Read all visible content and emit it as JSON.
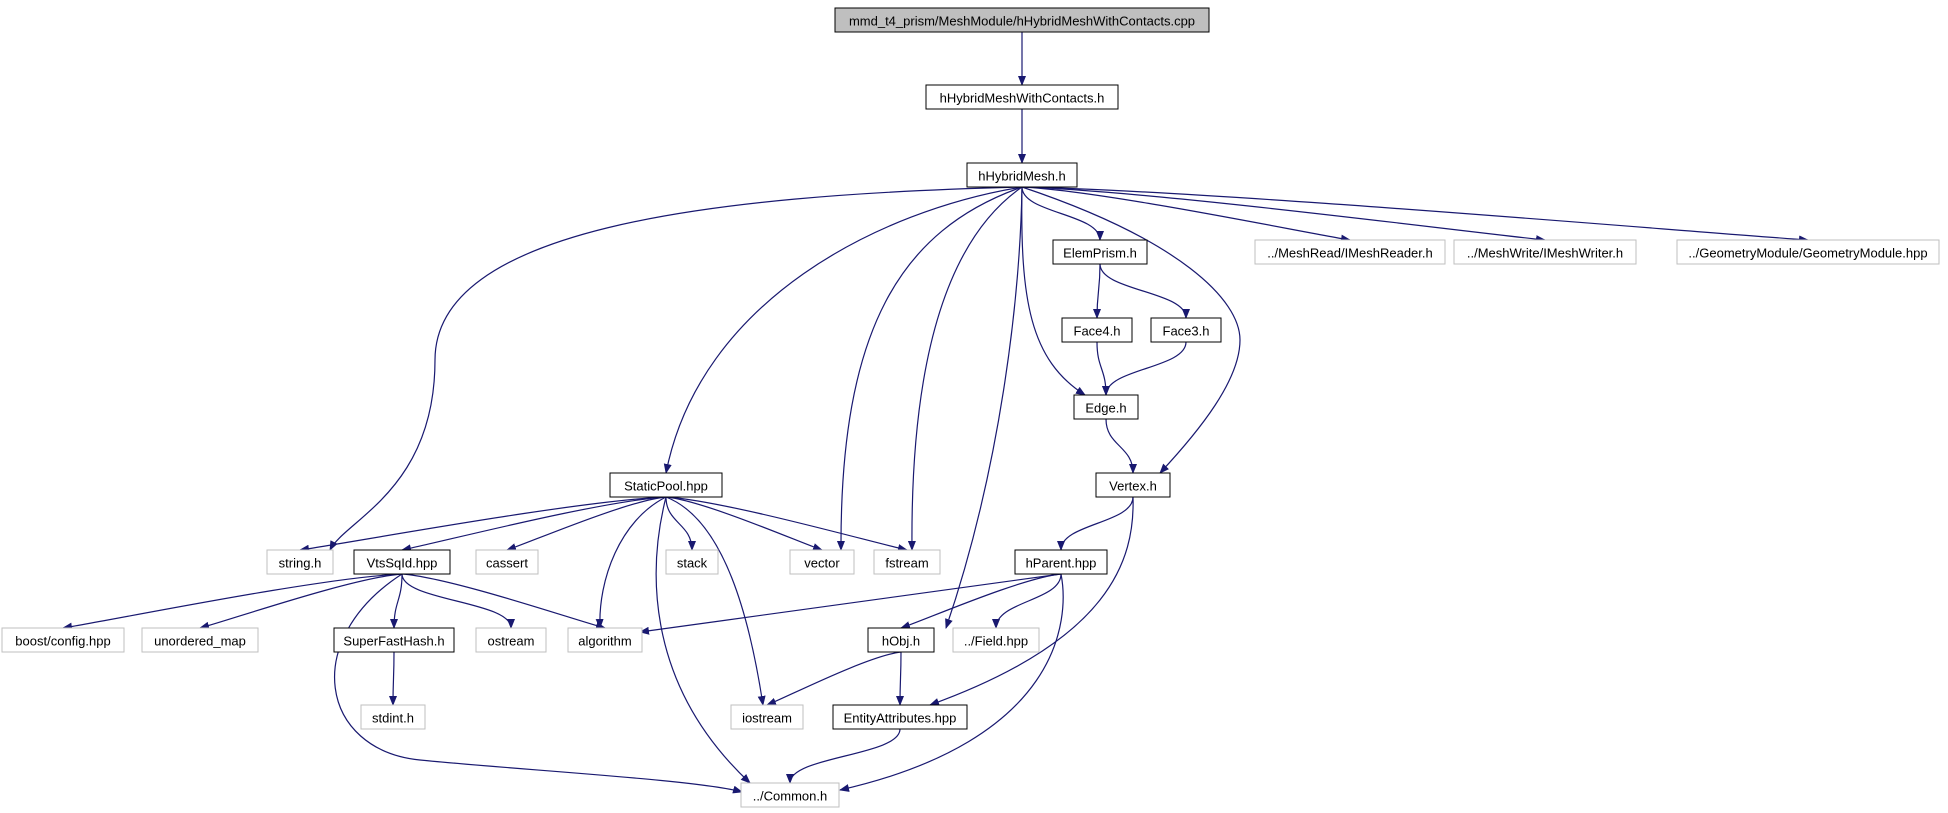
{
  "colors": {
    "edge": "#191970",
    "node_border_internal": "#000000",
    "node_border_external": "#bfbfbf",
    "root_fill": "#bfbfbf",
    "node_fill": "#ffffff",
    "text": "#000000"
  },
  "nodes": {
    "root": "mmd_t4_prism/MeshModule/hHybridMeshWithContacts.cpp",
    "hybrid_contacts_h": "hHybridMeshWithContacts.h",
    "hybrid_mesh_h": "hHybridMesh.h",
    "elem_prism_h": "ElemPrism.h",
    "mesh_reader": "../MeshRead/IMeshReader.h",
    "mesh_writer": "../MeshWrite/IMeshWriter.h",
    "geometry_module": "../GeometryModule/GeometryModule.hpp",
    "face4_h": "Face4.h",
    "face3_h": "Face3.h",
    "edge_h": "Edge.h",
    "vertex_h": "Vertex.h",
    "static_pool": "StaticPool.hpp",
    "string_h": "string.h",
    "vts_sqid": "VtsSqId.hpp",
    "cassert": "cassert",
    "stack": "stack",
    "vector": "vector",
    "fstream": "fstream",
    "hparent": "hParent.hpp",
    "boost_config": "boost/config.hpp",
    "unordered_map": "unordered_map",
    "superfasthash": "SuperFastHash.h",
    "ostream": "ostream",
    "algorithm": "algorithm",
    "hobj_h": "hObj.h",
    "field_hpp": "../Field.hpp",
    "stdint_h": "stdint.h",
    "iostream": "iostream",
    "entity_attributes": "EntityAttributes.hpp",
    "common_h": "../Common.h"
  }
}
